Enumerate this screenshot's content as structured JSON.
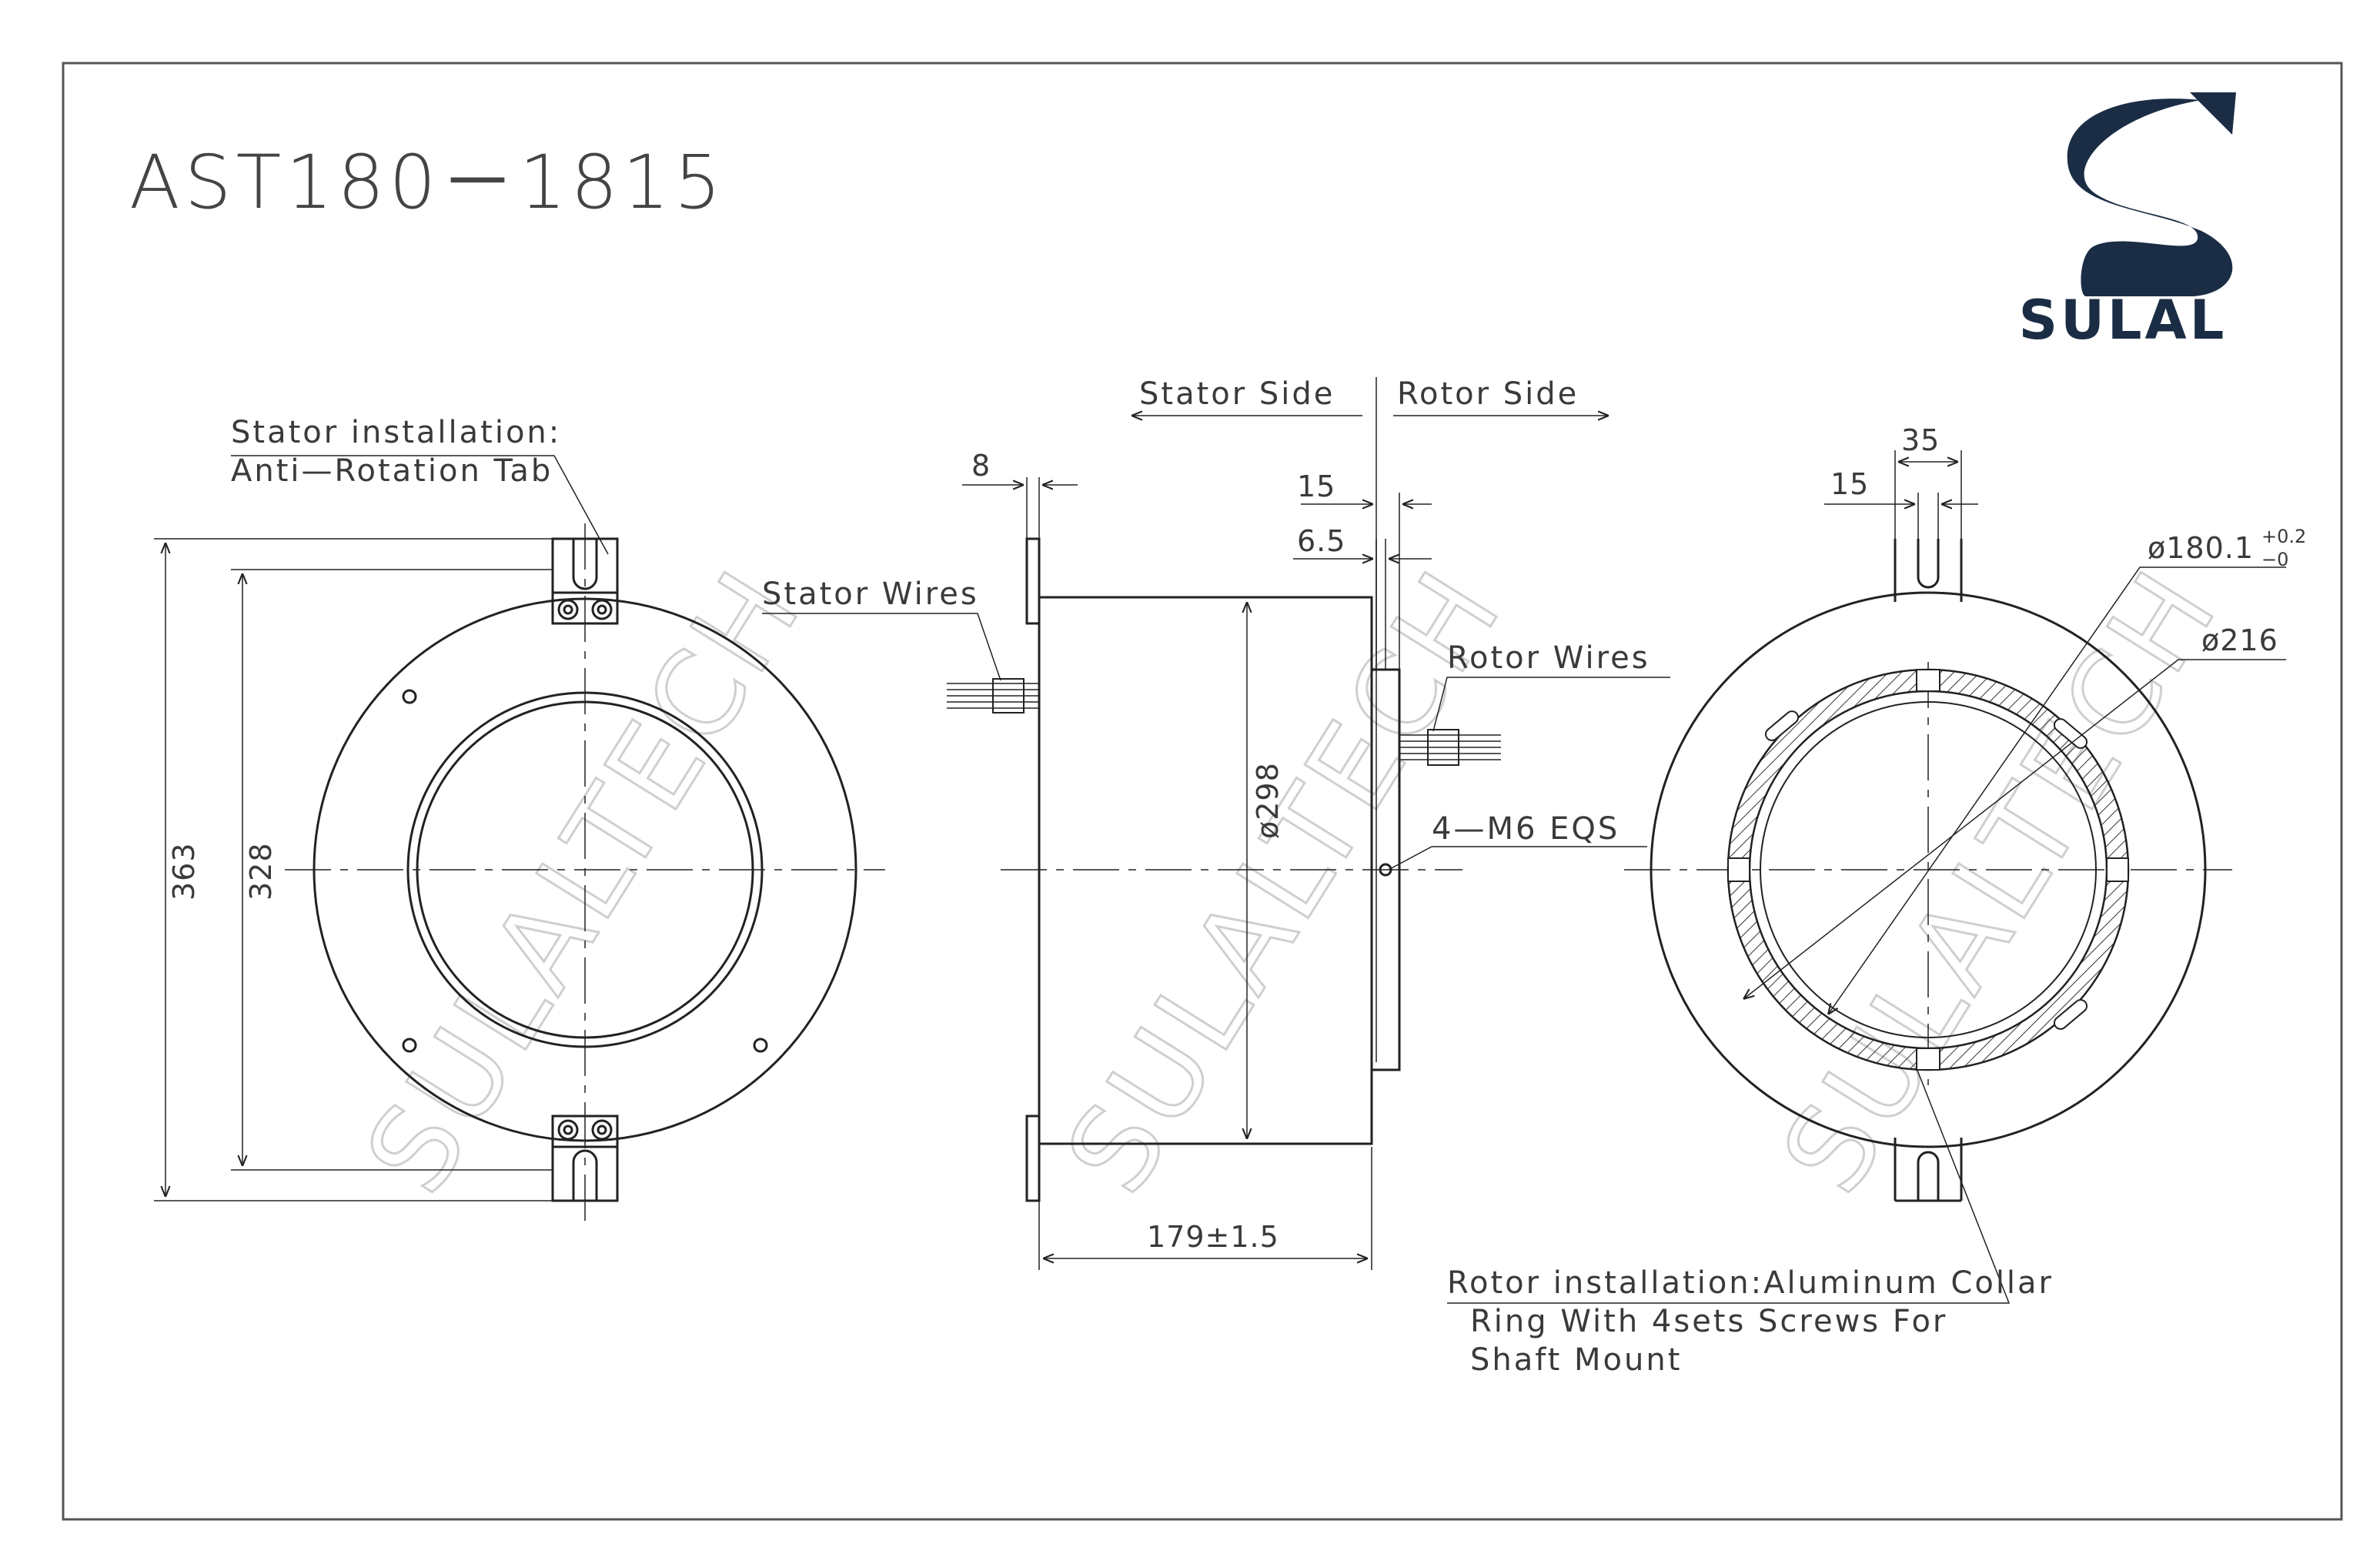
{
  "title": "AST180－1815",
  "brand": {
    "name": "SULAL",
    "color": "#1b2d45"
  },
  "watermark": "SULALTECH",
  "front_view": {
    "callout_line1": "Stator installation:",
    "callout_line2": "Anti—Rotation Tab",
    "dim_outer": "363",
    "dim_inner": "328"
  },
  "side_view": {
    "stator_side": "Stator Side",
    "rotor_side": "Rotor Side",
    "stator_wires": "Stator Wires",
    "rotor_wires": "Rotor Wires",
    "dim_8": "8",
    "dim_15": "15",
    "dim_6_5": "6.5",
    "dim_dia298": "ø298",
    "dim_thread": "4—M6 EQS",
    "dim_length": "179±1.5"
  },
  "rear_view": {
    "dim_35": "35",
    "dim_15": "15",
    "dim_bore": "ø180.1",
    "bore_tol_upper": "+0.2",
    "bore_tol_lower": "−0",
    "dim_collar": "ø216",
    "callout_line1": "Rotor installation:Aluminum Collar",
    "callout_line2": "Ring With 4sets Screws For",
    "callout_line3": "Shaft Mount"
  },
  "colors": {
    "line": "#222222",
    "text": "#3a3a3a",
    "watermark": "#cfcfcf",
    "border": "#555555"
  }
}
